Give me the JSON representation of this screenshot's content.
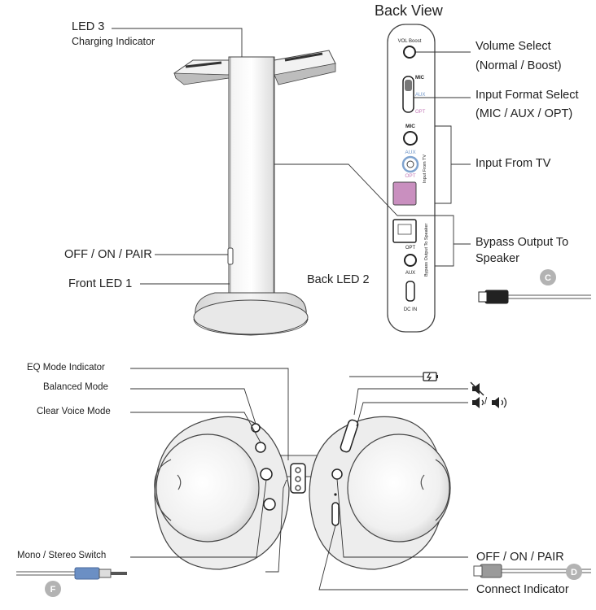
{
  "title": "Back View",
  "labels": {
    "led3": "LED 3",
    "charging_indicator": "Charging Indicator",
    "off_on_pair_stand": "OFF / ON / PAIR",
    "front_led1": "Front LED 1",
    "back_led2": "Back LED 2",
    "volume_select": "Volume Select",
    "volume_select_sub": "(Normal / Boost)",
    "input_format_select": "Input Format Select",
    "input_format_select_sub": "(MIC / AUX / OPT)",
    "input_from_tv": "Input From TV",
    "bypass_output_1": "Bypass Output To",
    "bypass_output_2": "Speaker",
    "eq_mode_indicator": "EQ Mode Indicator",
    "balanced_mode": "Balanced Mode",
    "clear_voice_mode": "Clear Voice Mode",
    "mono_stereo_switch": "Mono / Stereo Switch",
    "off_on_pair_headset": "OFF / ON / PAIR",
    "connect_indicator": "Connect Indicator",
    "vol_sep": "/"
  },
  "panel_text": {
    "vol_boost": "VOL Boost",
    "mic_switch": "MIC",
    "aux_switch": "AUX",
    "opt_switch": "OPT",
    "mic_port": "MIC",
    "aux_port": "AUX",
    "opt_port": "OPT",
    "input_from_tv_vertical": "Input From TV",
    "opt_out": "OPT",
    "aux_out": "AUX",
    "bypass_vertical": "Bypass Output To Speaker",
    "dc_in": "DC IN"
  },
  "badges": {
    "c": "C",
    "d": "D",
    "f": "F"
  },
  "icons": [
    "battery-charging-icon",
    "mute-icon",
    "volume-icon",
    "volume-up-icon"
  ],
  "colors": {
    "line": "#333333",
    "badge": "#b3b3b3",
    "optical_port": "#c98fbf",
    "aux_port_ring": "#7fa3cf",
    "aux_text": "#6f95c8",
    "opt_text": "#c57bb8",
    "cable_plug_blue": "#6b8fc4"
  }
}
